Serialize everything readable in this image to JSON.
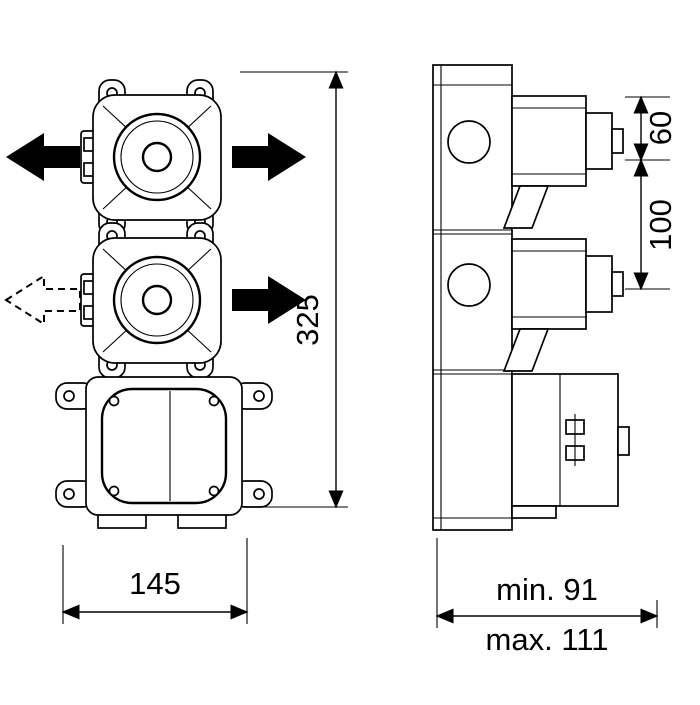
{
  "drawing": {
    "background": "#ffffff",
    "line_color": "#000000",
    "arrow_color": "#000000",
    "views": [
      {
        "name": "front-view"
      },
      {
        "name": "side-view"
      }
    ],
    "dimensions": {
      "height": "325",
      "width": "145",
      "top_offset": "60",
      "spacing": "100",
      "depth_min": "min. 91",
      "depth_max": "max. 111"
    },
    "arrows": [
      {
        "name": "outlet-arrow-top-left",
        "style": "solid"
      },
      {
        "name": "outlet-arrow-top-right",
        "style": "solid"
      },
      {
        "name": "outlet-arrow-middle-left",
        "style": "dashed"
      },
      {
        "name": "outlet-arrow-middle-right",
        "style": "solid"
      }
    ]
  }
}
